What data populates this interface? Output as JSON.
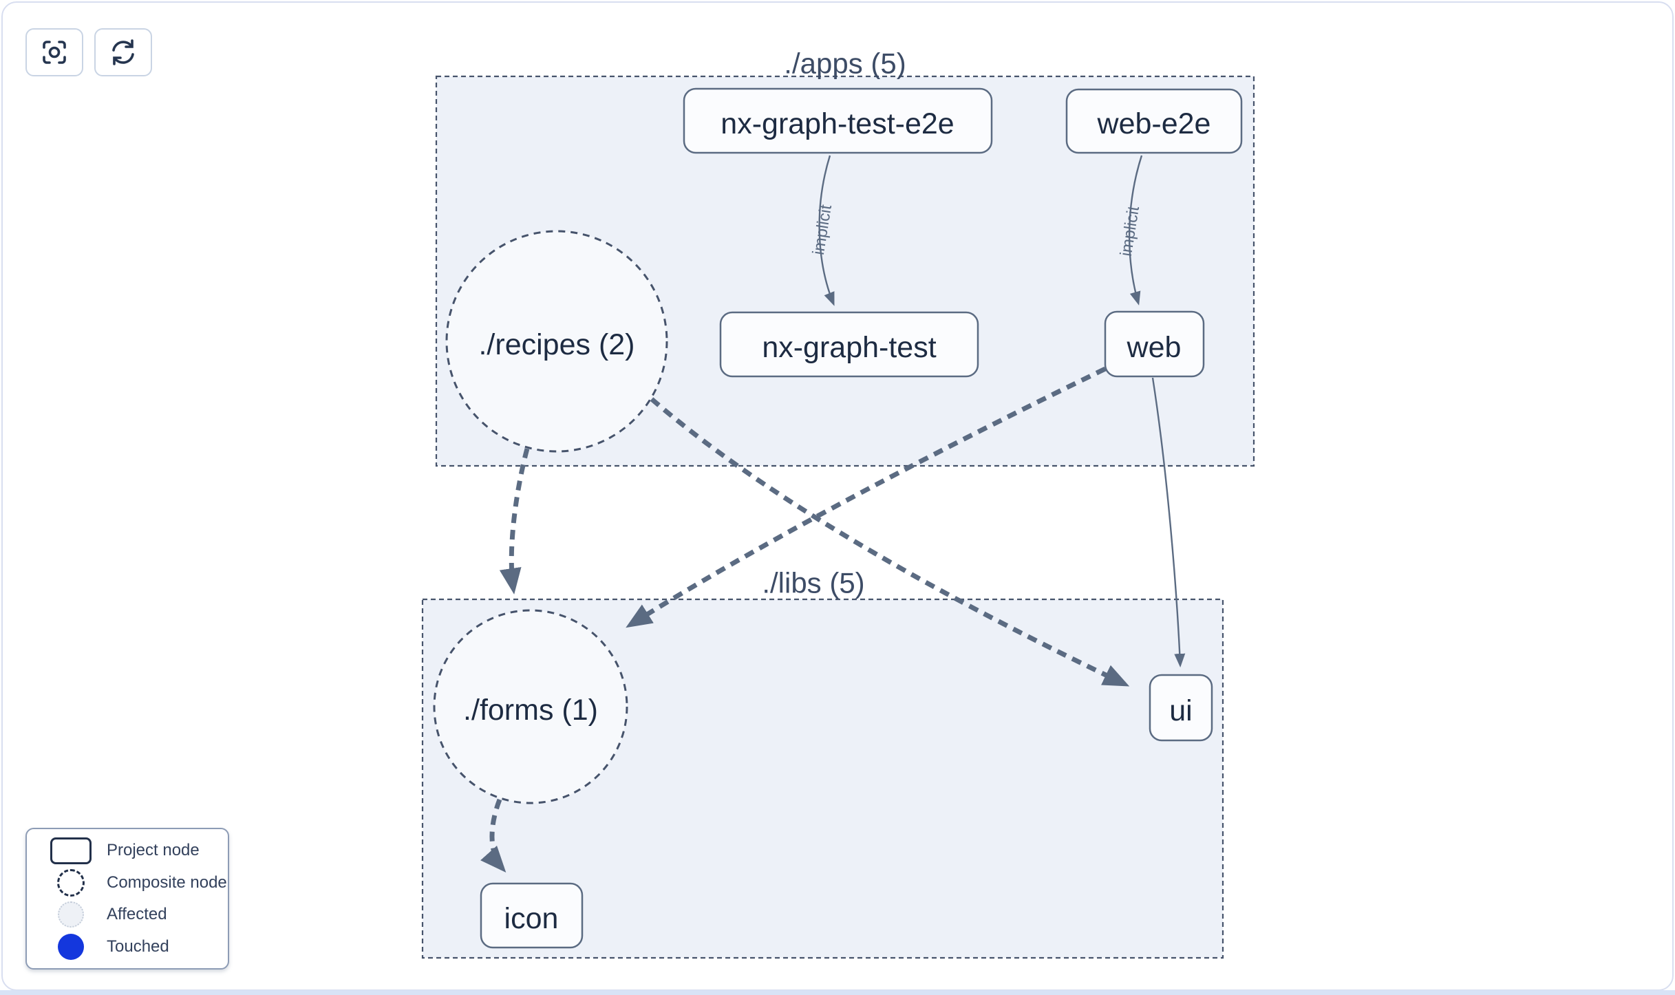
{
  "toolbar": {
    "buttons": [
      {
        "name": "focus",
        "icon": "focus-icon"
      },
      {
        "name": "refresh",
        "icon": "refresh-icon"
      }
    ]
  },
  "graph": {
    "groups": [
      {
        "id": "apps",
        "label": "./apps (5)"
      },
      {
        "id": "libs",
        "label": "./libs (5)"
      }
    ],
    "composite_nodes": [
      {
        "id": "recipes",
        "label": "./recipes (2)",
        "group": "apps"
      },
      {
        "id": "forms",
        "label": "./forms (1)",
        "group": "libs"
      }
    ],
    "project_nodes": [
      {
        "id": "nx-graph-test-e2e",
        "label": "nx-graph-test-e2e",
        "group": "apps"
      },
      {
        "id": "web-e2e",
        "label": "web-e2e",
        "group": "apps"
      },
      {
        "id": "nx-graph-test",
        "label": "nx-graph-test",
        "group": "apps"
      },
      {
        "id": "web",
        "label": "web",
        "group": "apps"
      },
      {
        "id": "ui",
        "label": "ui",
        "group": "libs"
      },
      {
        "id": "icon",
        "label": "icon",
        "group": "libs"
      }
    ],
    "edges": [
      {
        "from": "nx-graph-test-e2e",
        "to": "nx-graph-test",
        "type": "implicit",
        "label": "implicit"
      },
      {
        "from": "web-e2e",
        "to": "web",
        "type": "implicit",
        "label": "implicit"
      },
      {
        "from": "./recipes",
        "to": "./forms",
        "type": "composite",
        "label": ""
      },
      {
        "from": "./recipes",
        "to": "ui",
        "type": "composite",
        "label": ""
      },
      {
        "from": "web",
        "to": "./forms",
        "type": "composite",
        "label": ""
      },
      {
        "from": "web",
        "to": "ui",
        "type": "direct",
        "label": ""
      },
      {
        "from": "./forms",
        "to": "icon",
        "type": "composite",
        "label": ""
      }
    ]
  },
  "legend": {
    "items": [
      {
        "label": "Project node",
        "swatch": "project-node"
      },
      {
        "label": "Composite node",
        "swatch": "composite-node"
      },
      {
        "label": "Affected",
        "swatch": "affected"
      },
      {
        "label": "Touched",
        "swatch": "touched"
      }
    ]
  },
  "colors": {
    "touched_blue": "#1437dd",
    "edge": "#5b6b82",
    "group_fill": "#edf1f8",
    "group_border": "#46536b",
    "node_text": "#1d2b42"
  }
}
